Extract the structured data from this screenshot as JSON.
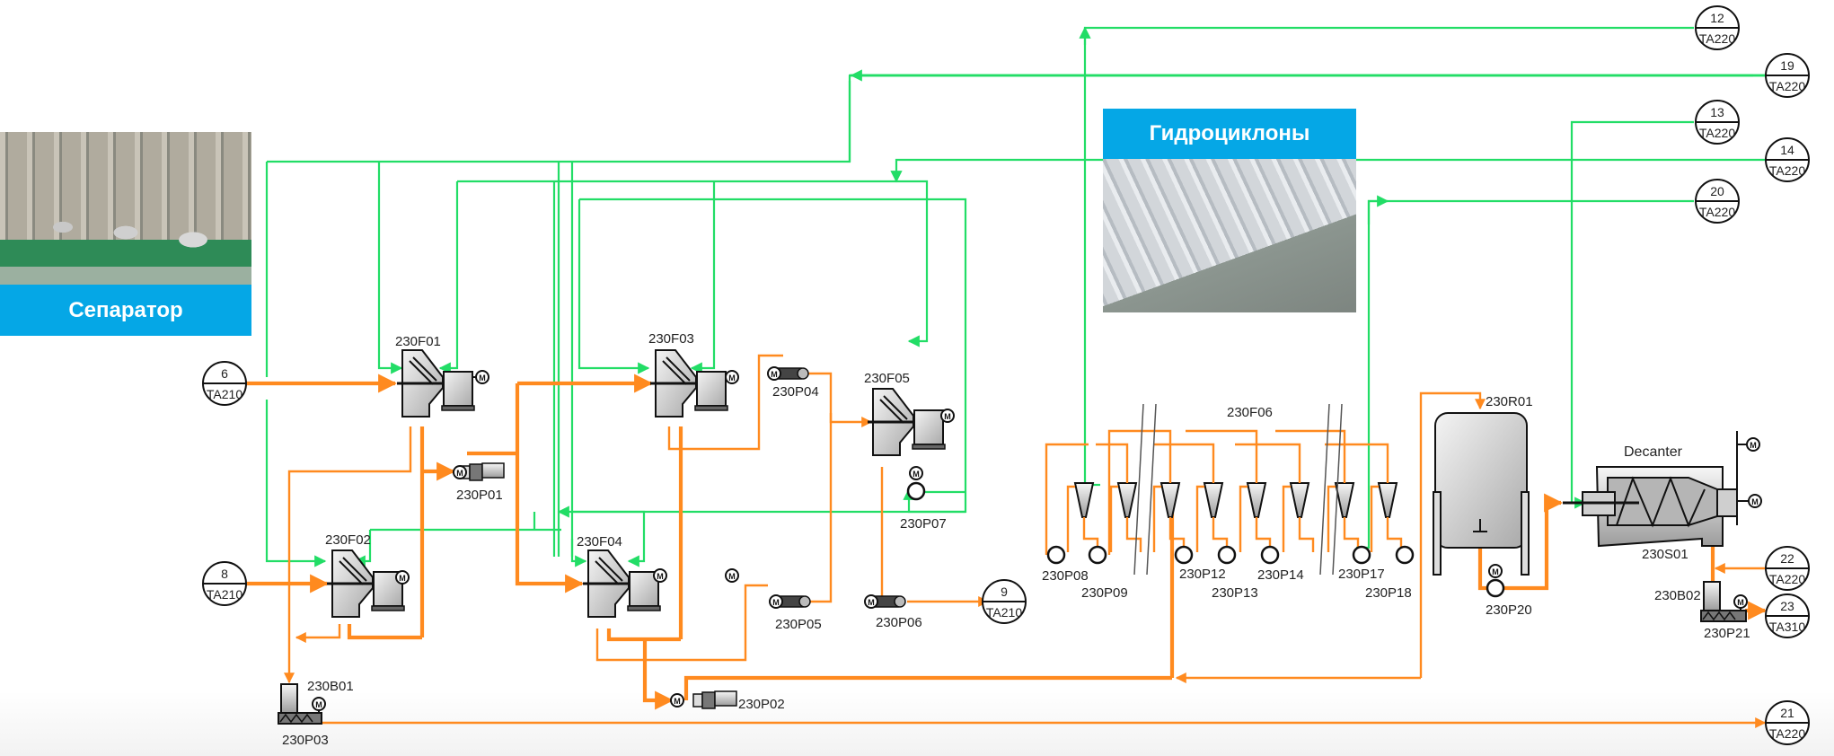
{
  "colors": {
    "water_line": "#22dd66",
    "product_line": "#ff8a1f",
    "banner": "#05a7e6",
    "banner_text": "#ffffff"
  },
  "photo_cards": {
    "separator": {
      "title": "Сепаратор",
      "image": "separator-plant-photo"
    },
    "hydrocyclones": {
      "title": "Гидроциклоны",
      "image": "hydrocyclone-battery-photo"
    }
  },
  "equipment": {
    "F01": "230F01",
    "F02": "230F02",
    "F03": "230F03",
    "F04": "230F04",
    "F05": "230F05",
    "F06": "230F06",
    "P01": "230P01",
    "P02": "230P02",
    "P03": "230P03",
    "P04": "230P04",
    "P05": "230P05",
    "P06": "230P06",
    "P07": "230P07",
    "P08": "230P08",
    "P09": "230P09",
    "P12": "230P12",
    "P13": "230P13",
    "P14": "230P14",
    "P17": "230P17",
    "P18": "230P18",
    "P20": "230P20",
    "P21": "230P21",
    "B01": "230B01",
    "B02": "230B02",
    "R01": "230R01",
    "S01": "230S01",
    "decanter": "Decanter"
  },
  "connectors": [
    {
      "id": "c6",
      "number": "6",
      "code": "TA210"
    },
    {
      "id": "c8",
      "number": "8",
      "code": "TA210"
    },
    {
      "id": "c9",
      "number": "9",
      "code": "TA210"
    },
    {
      "id": "c12",
      "number": "12",
      "code": "TA220"
    },
    {
      "id": "c19",
      "number": "19",
      "code": "TA220"
    },
    {
      "id": "c13",
      "number": "13",
      "code": "TA220"
    },
    {
      "id": "c14",
      "number": "14",
      "code": "TA220"
    },
    {
      "id": "c20",
      "number": "20",
      "code": "TA220"
    },
    {
      "id": "c22",
      "number": "22",
      "code": "TA220"
    },
    {
      "id": "c23",
      "number": "23",
      "code": "TA310"
    },
    {
      "id": "c21",
      "number": "21",
      "code": "TA220"
    }
  ],
  "motor_symbol": "M"
}
